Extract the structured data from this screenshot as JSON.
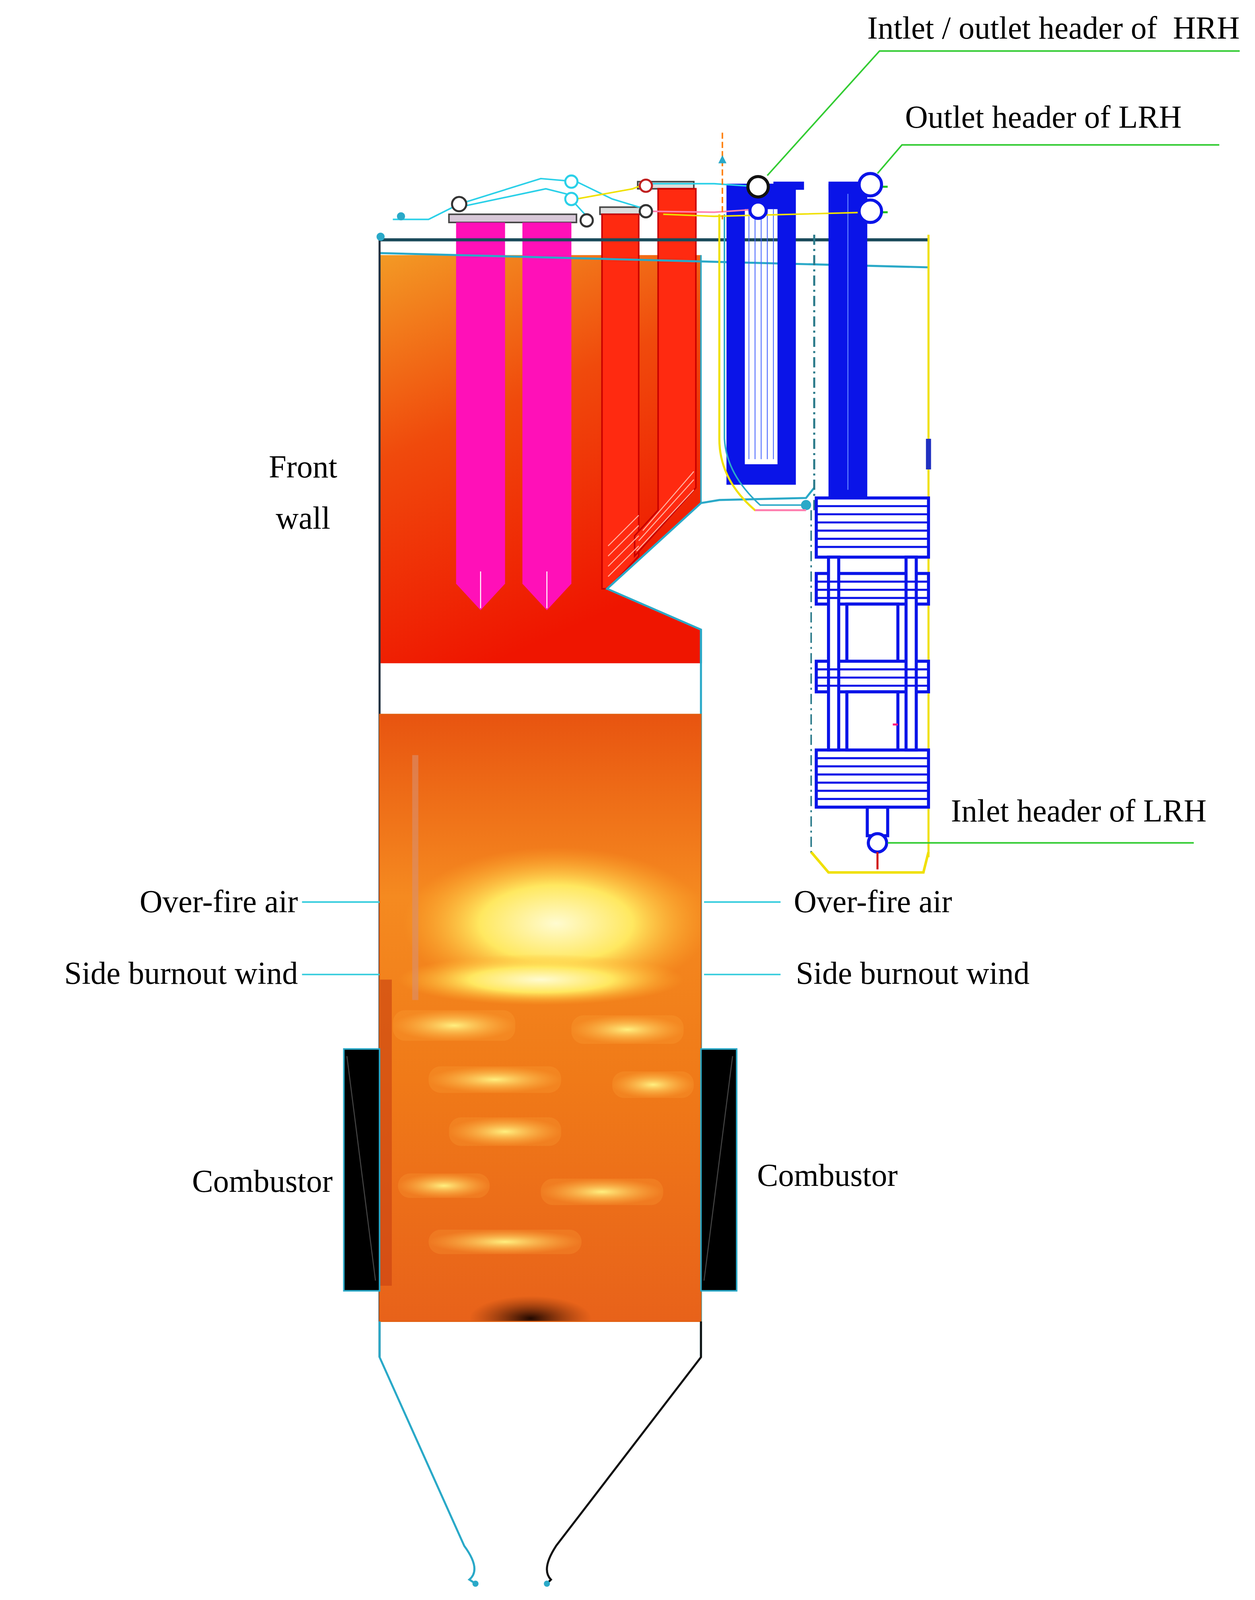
{
  "diagram": {
    "labels": [
      "Intlet / outlet header of  HRH",
      "Outlet header of LRH",
      "Front wall",
      "Inlet header of LRH",
      "Over-fire air",
      "Over-fire air",
      "Side burnout wind",
      "Side burnout wind",
      "Combustor",
      "Combustor"
    ]
  }
}
